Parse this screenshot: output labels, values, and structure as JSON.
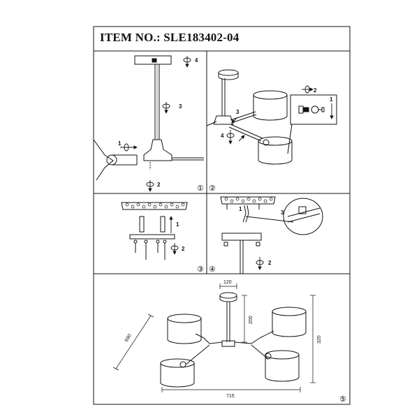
{
  "title": {
    "label": "ITEM NO.:",
    "code": "SLE183402-04"
  },
  "panels": [
    {
      "marker": "①",
      "callouts": [
        "1",
        "2",
        "3",
        "4"
      ]
    },
    {
      "marker": "②",
      "callouts": [
        "1",
        "2",
        "3",
        "4"
      ]
    },
    {
      "marker": "③",
      "callouts": [
        "1",
        "2"
      ]
    },
    {
      "marker": "④",
      "callouts": [
        "1",
        "2",
        "3"
      ]
    },
    {
      "marker": "⑤",
      "dimensions": {
        "canopy": "120",
        "stem": "200",
        "height": "320",
        "width": "715",
        "diagonal": "690"
      }
    }
  ]
}
